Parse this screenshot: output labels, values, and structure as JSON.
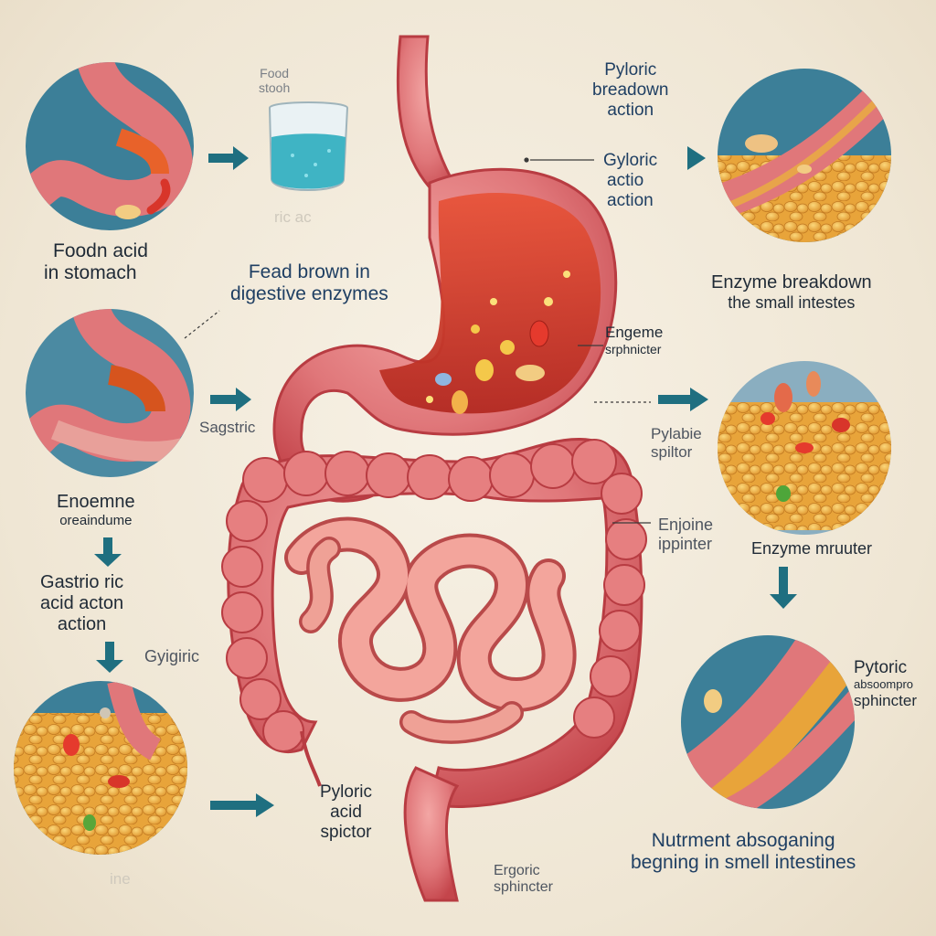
{
  "labels": {
    "food_stooh": [
      "Food",
      "stooh"
    ],
    "ric_ac": "ric ac",
    "pyloric_breakdown": [
      "Pyloric",
      "breadown",
      "action"
    ],
    "gyloric_action": [
      "Gyloric",
      "actio",
      "action"
    ],
    "foodn_acid": [
      "Foodn acid",
      "in stomach"
    ],
    "fead_brown": [
      "Fead brown in",
      "digestive enzymes"
    ],
    "enzyme_breakdown": [
      "Enzyme breakdown",
      "the small intestes"
    ],
    "engeme_sphnicter": [
      "Engeme",
      "srphnicter"
    ],
    "sagstric": "Sagstric",
    "pylabie_spiitor": [
      "Pylabie",
      "spiltor"
    ],
    "enoemne": [
      "Enoemne",
      "oreaindume"
    ],
    "enjoine_ippinter": [
      "Enjoine",
      "ippinter"
    ],
    "enzyme_mruuter": "Enzyme mruuter",
    "gastric_acid_action": [
      "Gastrio ric",
      "acid acton",
      "action"
    ],
    "gyigiric": "Gyigiric",
    "pyloric_acid_spictor": [
      "Pyloric",
      "acid",
      "spictor"
    ],
    "pytoric_absoompro": [
      "Pytoric",
      "absoompro",
      "sphincter"
    ],
    "ergoric_sphincter": [
      "Ergoric",
      "sphincter"
    ],
    "nutrient_absorbing": [
      "Nutrment absoganing",
      "begning in smell intestines"
    ],
    "ine": "ine"
  },
  "colors": {
    "background": "#efe6d4",
    "organ": "#e0777a",
    "organ_dark": "#c4454b",
    "stomach_inner": "#d1402f",
    "arrow": "#1f6f80",
    "circle_bg": "#3c7f98",
    "food": "#e8a43a"
  }
}
